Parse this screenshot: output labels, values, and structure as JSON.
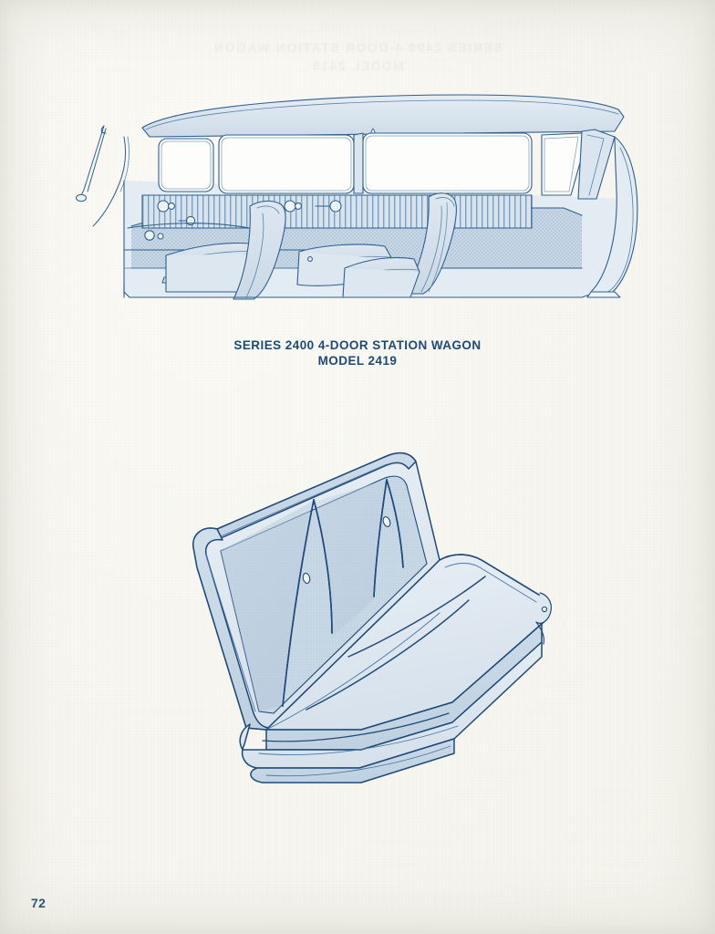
{
  "page": {
    "folio": "72",
    "background_color": "#f7f6f0",
    "ink_color": "#2f5f8f",
    "ink_dark_color": "#1f4a78",
    "fill_color": "#c3d3e2",
    "fill_light_color": "#dbe5ef"
  },
  "ghost": {
    "text": "faint show-through from reverse of sheet"
  },
  "caption": {
    "line1": "SERIES 2400 4-DOOR STATION WAGON",
    "line2": "MODEL 2419"
  },
  "figures": {
    "wagon": {
      "name": "station-wagon-interior-cutaway",
      "description": "Side cutaway line drawing of a four-door station wagon interior with tailgate open, rear cargo area, folded second seat and front bench seat"
    },
    "seat": {
      "name": "bench-seat-three-quarter-view",
      "description": "Three-quarter view line drawing of an upholstered bench seat with V pattern seams and buttons"
    }
  }
}
